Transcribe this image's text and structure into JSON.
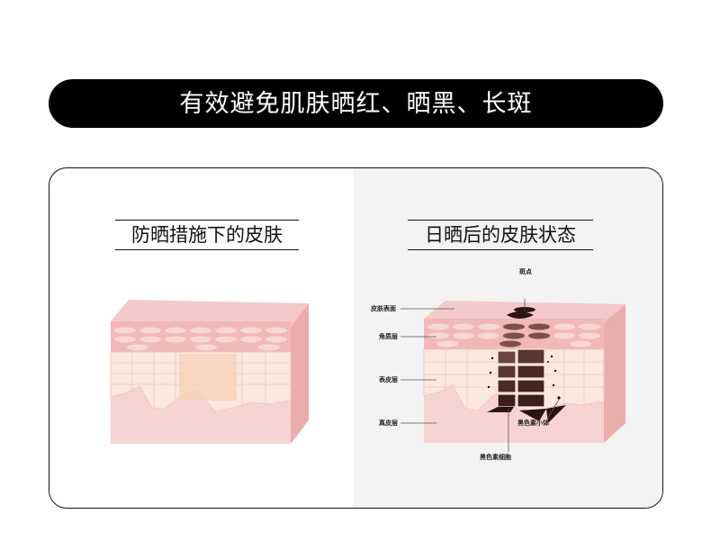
{
  "banner": {
    "title": "有效避免肌肤晒红、晒黑、长斑"
  },
  "panels": {
    "left": {
      "title": "防晒措施下的皮肤"
    },
    "right": {
      "title": "日晒后的皮肤状态",
      "labels": {
        "spot": "斑点",
        "skin_surface": "皮肤表面",
        "stratum_corneum": "角质层",
        "epidermis": "表皮层",
        "dermis": "真皮层",
        "melanosome": "黑色素小体",
        "melanocyte": "黑色素细胞"
      }
    }
  },
  "colors": {
    "banner_bg": "#000000",
    "banner_text": "#ffffff",
    "right_panel_bg": "#f3f3f3",
    "skin_top": "#f2c4c4",
    "skin_front": "#f5cfcf",
    "skin_side": "#e8a9a9",
    "cells": "#fbe7df",
    "melanin_dark": "#3b1f18",
    "melanin_mid": "#7a5048"
  }
}
